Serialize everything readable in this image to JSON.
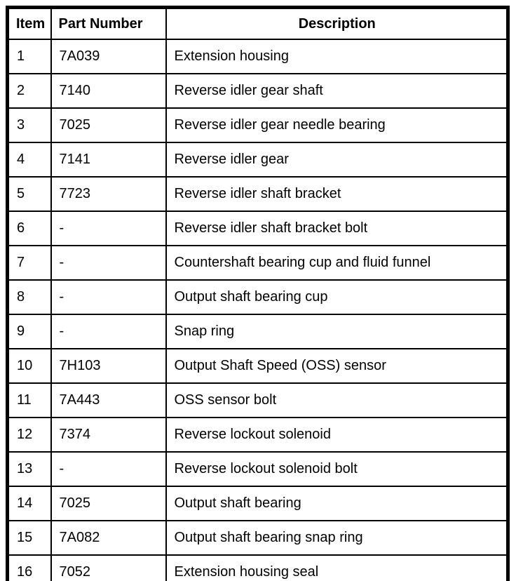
{
  "table": {
    "name": "parts-list",
    "headers": {
      "item": "Item",
      "part_number": "Part Number",
      "description": "Description"
    },
    "rows": [
      {
        "item": "1",
        "part_number": "7A039",
        "description": "Extension housing"
      },
      {
        "item": "2",
        "part_number": "7140",
        "description": "Reverse idler gear shaft"
      },
      {
        "item": "3",
        "part_number": "7025",
        "description": "Reverse idler gear needle bearing"
      },
      {
        "item": "4",
        "part_number": "7141",
        "description": "Reverse idler gear"
      },
      {
        "item": "5",
        "part_number": "7723",
        "description": "Reverse idler shaft bracket"
      },
      {
        "item": "6",
        "part_number": "-",
        "description": "Reverse idler shaft bracket bolt"
      },
      {
        "item": "7",
        "part_number": "-",
        "description": "Countershaft bearing cup and fluid funnel"
      },
      {
        "item": "8",
        "part_number": "-",
        "description": "Output shaft bearing cup"
      },
      {
        "item": "9",
        "part_number": "-",
        "description": "Snap ring"
      },
      {
        "item": "10",
        "part_number": "7H103",
        "description": "Output Shaft Speed (OSS) sensor"
      },
      {
        "item": "11",
        "part_number": "7A443",
        "description": "OSS sensor bolt"
      },
      {
        "item": "12",
        "part_number": "7374",
        "description": "Reverse lockout solenoid"
      },
      {
        "item": "13",
        "part_number": "-",
        "description": "Reverse lockout solenoid bolt"
      },
      {
        "item": "14",
        "part_number": "7025",
        "description": "Output shaft bearing"
      },
      {
        "item": "15",
        "part_number": "7A082",
        "description": "Output shaft bearing snap ring"
      },
      {
        "item": "16",
        "part_number": "7052",
        "description": "Extension housing seal"
      }
    ],
    "colors": {
      "border": "#000000",
      "background": "#ffffff",
      "text": "#000000"
    }
  }
}
